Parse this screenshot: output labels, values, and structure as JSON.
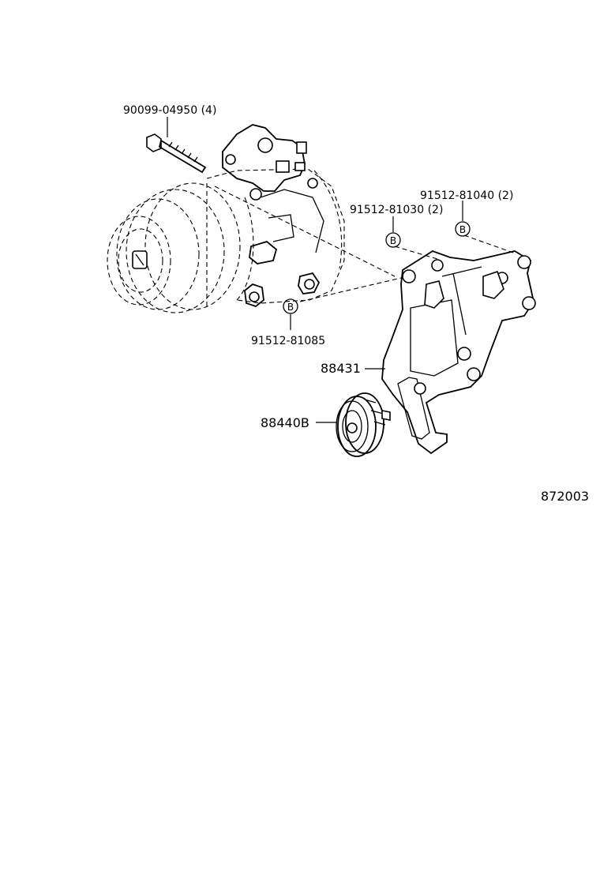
{
  "diagram": {
    "ref_code": "872003",
    "parts": {
      "bolt": {
        "label": "90099-04950 (4)"
      },
      "bolt_b1": {
        "label": "91512-81030 (2)",
        "marker": "B"
      },
      "bolt_b2": {
        "label": "91512-81040 (2)",
        "marker": "B"
      },
      "bolt_b3": {
        "label": "91512-81085",
        "marker": "B"
      },
      "bracket": {
        "label": "88431"
      },
      "pulley": {
        "label": "88440B"
      }
    }
  }
}
